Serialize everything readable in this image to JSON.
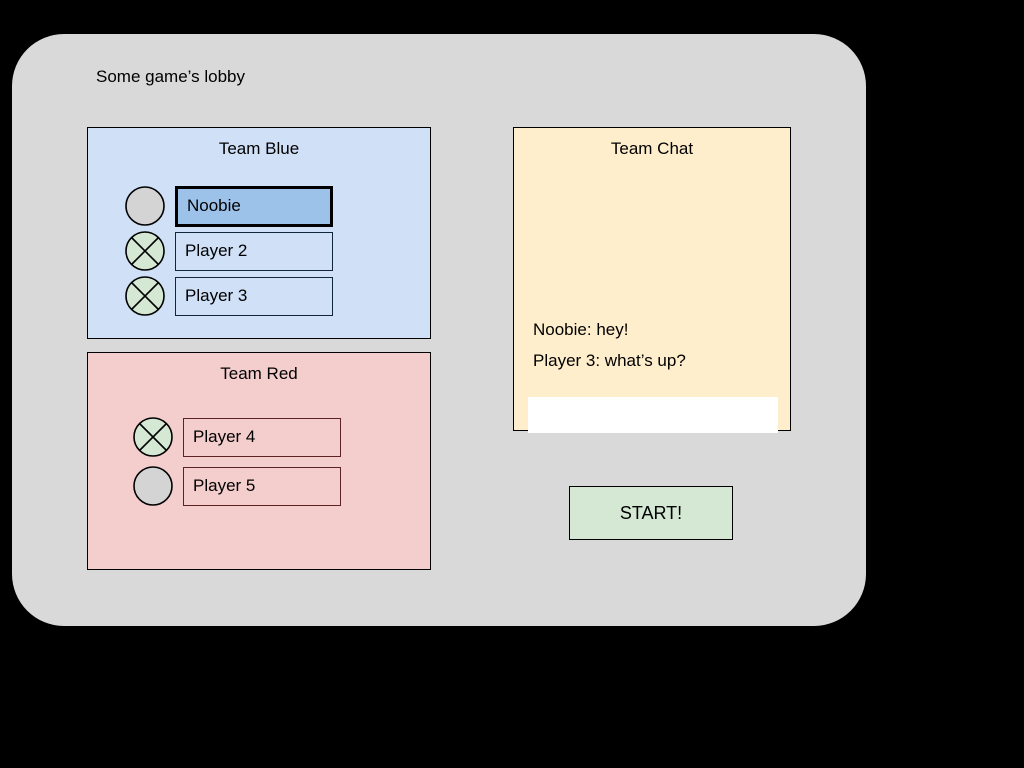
{
  "window": {
    "title": "Some game’s lobby",
    "background_color": "#d9d9d9",
    "outside_color": "#000000"
  },
  "teams": [
    {
      "id": "team-blue",
      "title": "Team Blue",
      "panel_color": "#cfe0f7",
      "border_color": "#000000",
      "players": [
        {
          "name": "Noobie",
          "status_icon": "circle-plain-icon",
          "status": "not-ready",
          "status_color": "#d4d4d4",
          "selected": true
        },
        {
          "name": "Player 2",
          "status_icon": "circle-cross-icon",
          "status": "ready",
          "status_color": "#d5e8d4",
          "selected": false
        },
        {
          "name": "Player 3",
          "status_icon": "circle-cross-icon",
          "status": "ready",
          "status_color": "#d5e8d4",
          "selected": false
        }
      ]
    },
    {
      "id": "team-red",
      "title": "Team Red",
      "panel_color": "#f4cdcd",
      "border_color": "#000000",
      "players": [
        {
          "name": "Player 4",
          "status_icon": "circle-cross-icon",
          "status": "ready",
          "status_color": "#d5e8d4",
          "selected": false
        },
        {
          "name": "Player 5",
          "status_icon": "circle-plain-icon",
          "status": "not-ready",
          "status_color": "#d4d4d4",
          "selected": false
        }
      ]
    }
  ],
  "chat": {
    "title": "Team Chat",
    "panel_color": "#ffeecc",
    "messages": [
      "Noobie: hey!",
      "Player 3: what’s up?"
    ],
    "input_value": "",
    "input_placeholder": ""
  },
  "start_button": {
    "label": "START!",
    "color": "#d5e8d4"
  }
}
